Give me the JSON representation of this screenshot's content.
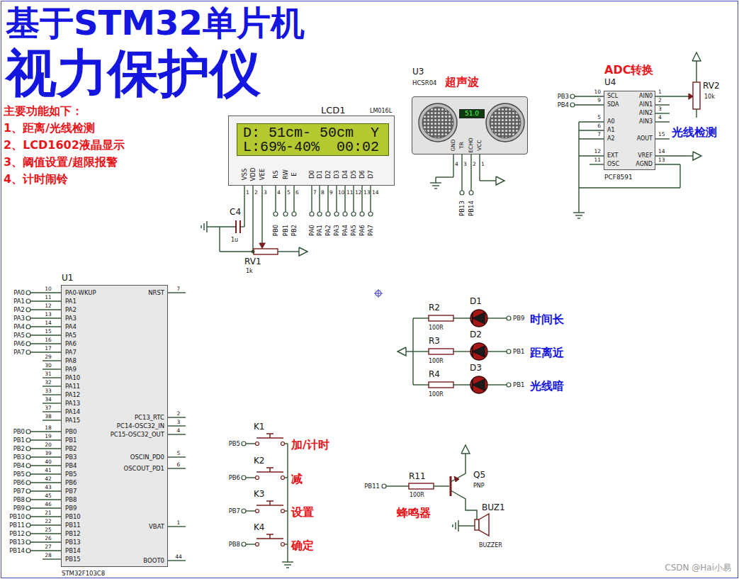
{
  "diagram": {
    "title": "基于STM32单片机",
    "nodes": [
      {
        "text": [
          "LCD1",
          "LM016L"
        ]
      },
      {
        "text": [
          "D: 51cm- 50cm  Y",
          "L:69%-40%  00:02"
        ],
        "in": 0
      },
      {
        "text": [
          "U3",
          "HCSR04"
        ]
      },
      {
        "text": [
          "51.0"
        ],
        "in": 2
      },
      {
        "text": [
          "U4",
          "PCF8591"
        ]
      },
      {
        "text": [
          "U1",
          "STM32F103C8"
        ]
      }
    ],
    "labels": [
      "视力保护仪",
      "主要功能如下：",
      "1、距离/光线检测",
      "2、LCD1602液晶显示",
      "3、阈值设置/超限报警",
      "4、计时闹铃",
      "VSS",
      "VDD",
      "VEE",
      "RS",
      "RW",
      "E",
      "D0",
      "D1",
      "D2",
      "D3",
      "D4",
      "D5",
      "D6",
      "D7",
      "1",
      "2",
      "3",
      "4",
      "5",
      "6",
      "7",
      "8",
      "9",
      "10",
      "11",
      "12",
      "13",
      "14",
      "PB0",
      "PB1",
      "PB2",
      "PA0",
      "PA1",
      "PA2",
      "PA3",
      "PA4",
      "PA5",
      "PA6",
      "PA7",
      "C4",
      "1u",
      "RV1",
      "1k",
      "超声波",
      "GND",
      "TR",
      "ECHO",
      "VCC",
      "4",
      "3",
      "2",
      "1",
      "PB13",
      "PB14",
      "ADC转换",
      "SCL",
      "SDA",
      "A0",
      "A1",
      "A2",
      "EXT",
      "OSC",
      "10",
      "9",
      "5",
      "6",
      "7",
      "12",
      "11",
      "AIN0",
      "AIN1",
      "AIN2",
      "AIN3",
      "AOUT",
      "VREF",
      "AGND",
      "1",
      "2",
      "3",
      "4",
      "15",
      "14",
      "13",
      "PB3",
      "PB4",
      "RV2",
      "10k",
      "光线检测",
      "PA0-WKUP",
      "PA1",
      "PA2",
      "PA3",
      "PA4",
      "PA5",
      "PA6",
      "PA7",
      "PA8",
      "PA9",
      "PA10",
      "PA11",
      "PA12",
      "PA13",
      "PA14",
      "PA15",
      "PB0",
      "PB1",
      "PB2",
      "PB3",
      "PB4",
      "PB5",
      "PB6",
      "PB7",
      "PB8",
      "PB9",
      "PB10",
      "PB11",
      "PB12",
      "PB13",
      "PB14",
      "PB15",
      "10",
      "11",
      "12",
      "13",
      "14",
      "15",
      "16",
      "17",
      "29",
      "30",
      "31",
      "32",
      "33",
      "34",
      "37",
      "38",
      "18",
      "19",
      "20",
      "39",
      "40",
      "41",
      "42",
      "43",
      "45",
      "46",
      "21",
      "22",
      "25",
      "26",
      "27",
      "28",
      "NRST",
      "PC13_RTC",
      "PC14-OSC32_IN",
      "PC15-OSC32_OUT",
      "OSCIN_PD0",
      "OSCOUT_PD1",
      "VBAT",
      "BOOT0",
      "7",
      "2",
      "3",
      "4",
      "5",
      "6",
      "1",
      "44",
      "PA0",
      "PA1",
      "PA2",
      "PA3",
      "PA4",
      "PA5",
      "PA6",
      "PA7",
      "PB0",
      "PB1",
      "PB2",
      "PB3",
      "PB4",
      "PB5",
      "PB6",
      "PB7",
      "PB8",
      "PB9",
      "PB10",
      "PB11",
      "PB12",
      "PB13",
      "PB14",
      "R2",
      "100R",
      "D1",
      "PB9",
      "时间长",
      "R3",
      "100R",
      "D2",
      "PB1",
      "距离近",
      "R4",
      "100R",
      "D3",
      "PB1",
      "光线暗",
      "K1",
      "PB5",
      "加/计时",
      "K2",
      "PB6",
      "减",
      "K3",
      "PB7",
      "设置",
      "K4",
      "PB8",
      "确定",
      "PB11",
      "R11",
      "100R",
      "Q5",
      "PNP",
      "BUZ1",
      "BUZZER",
      "蜂鸣器",
      "CSDN @Hai小易"
    ]
  }
}
